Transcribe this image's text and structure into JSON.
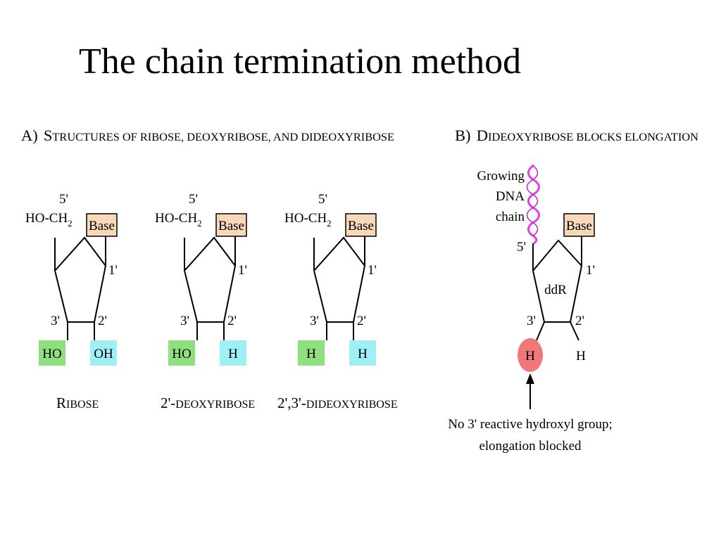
{
  "title": "The chain termination method",
  "panel_a": {
    "heading": {
      "letter": "A)",
      "s_cap": "S",
      "rest": "TRUCTURES OF RIBOSE, DEOXYRIBOSE, AND DIDEOXYRIBOSE"
    },
    "structures": [
      {
        "c5": "5'",
        "ch2": "HO-CH",
        "ch2_sub": "2",
        "base": "Base",
        "c1": "1'",
        "c3": "3'",
        "c2": "2'",
        "g3": "HO",
        "g2": "OH",
        "name_cap": "R",
        "name_rest": "IBOSE"
      },
      {
        "c5": "5'",
        "ch2": "HO-CH",
        "ch2_sub": "2",
        "base": "Base",
        "c1": "1'",
        "c3": "3'",
        "c2": "2'",
        "g3": "HO",
        "g2": "H",
        "name_cap": "2'-",
        "name_rest": "DEOXYRIBOSE"
      },
      {
        "c5": "5'",
        "ch2": "HO-CH",
        "ch2_sub": "2",
        "base": "Base",
        "c1": "1'",
        "c3": "3'",
        "c2": "2'",
        "g3": "H",
        "g2": "H",
        "name_cap": "2',3'-",
        "name_rest": "DIDEOXYRIBOSE"
      }
    ]
  },
  "panel_b": {
    "heading": {
      "letter": "B)",
      "s_cap": "D",
      "rest": "IDEOXYRIBOSE BLOCKS ELONGATION"
    },
    "chain_label": [
      "Growing",
      "DNA",
      "chain"
    ],
    "c5": "5'",
    "base": "Base",
    "c1": "1'",
    "ring_label": "ddR",
    "c3": "3'",
    "c2": "2'",
    "g3": "H",
    "g2": "H",
    "caption": [
      "No 3' reactive hydroxyl group;",
      "elongation blocked"
    ]
  },
  "colors": {
    "base_fill": "#f7d8b8",
    "ho_green": "#8ee07e",
    "h_cyan": "#9ff0f5",
    "blocked_red": "#f07878",
    "dna_magenta": "#e040e8"
  }
}
